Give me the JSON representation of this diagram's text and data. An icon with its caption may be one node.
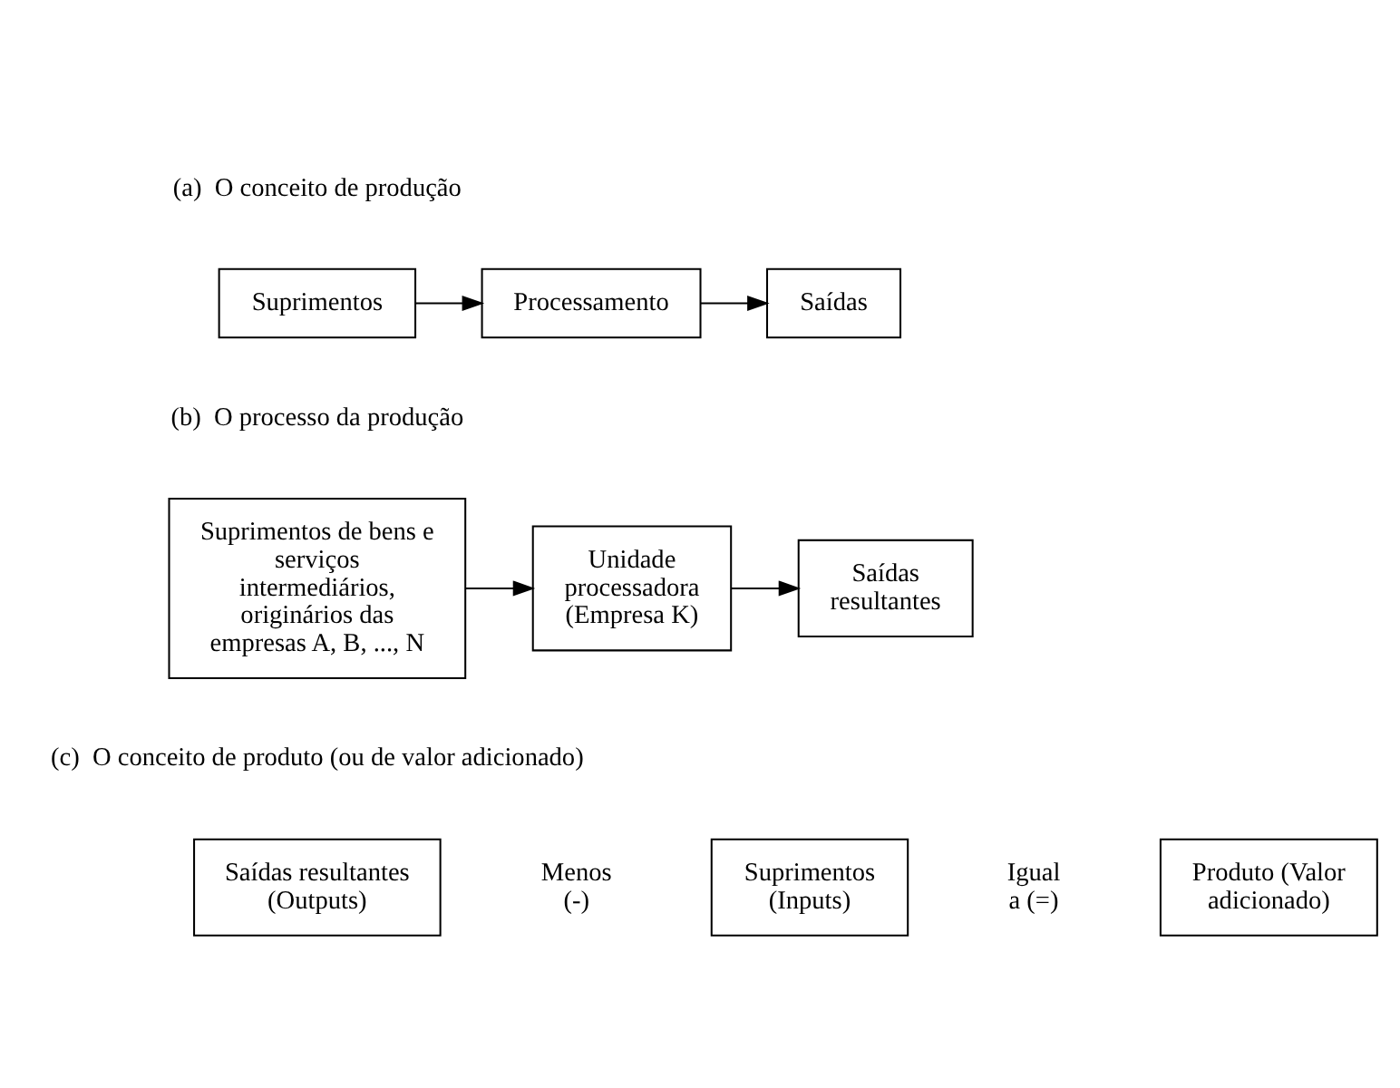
{
  "diagram": {
    "nodes": [
      {
        "text": [
          "Suprimentos"
        ]
      },
      {
        "text": [
          "Processamento"
        ]
      },
      {
        "text": [
          "Saídas"
        ]
      },
      {
        "text": [
          "Suprimentos de bens e serviços intermediários, originários das empresas A, B, ..., N"
        ]
      },
      {
        "text": [
          "Unidade processadora (Empresa K)"
        ]
      },
      {
        "text": [
          "Saídas resultantes"
        ]
      },
      {
        "text": [
          "Saídas resultantes (Outputs)"
        ]
      },
      {
        "text": [
          "Suprimentos (Inputs)"
        ]
      },
      {
        "text": [
          "Produto (Valor adicionado)"
        ]
      }
    ],
    "edges": [
      {
        "from": 0,
        "to": 1,
        "arrow": "to"
      },
      {
        "from": 1,
        "to": 2,
        "arrow": "to"
      },
      {
        "from": 3,
        "to": 4,
        "arrow": "to"
      },
      {
        "from": 4,
        "to": 5,
        "arrow": "to"
      }
    ],
    "labels": [
      "(a)  O conceito de produção",
      "(b)  O processo da produção",
      "(c)  O conceito de produto (ou de valor adicionado)",
      "Menos (-)",
      "Igual a (=)"
    ]
  }
}
